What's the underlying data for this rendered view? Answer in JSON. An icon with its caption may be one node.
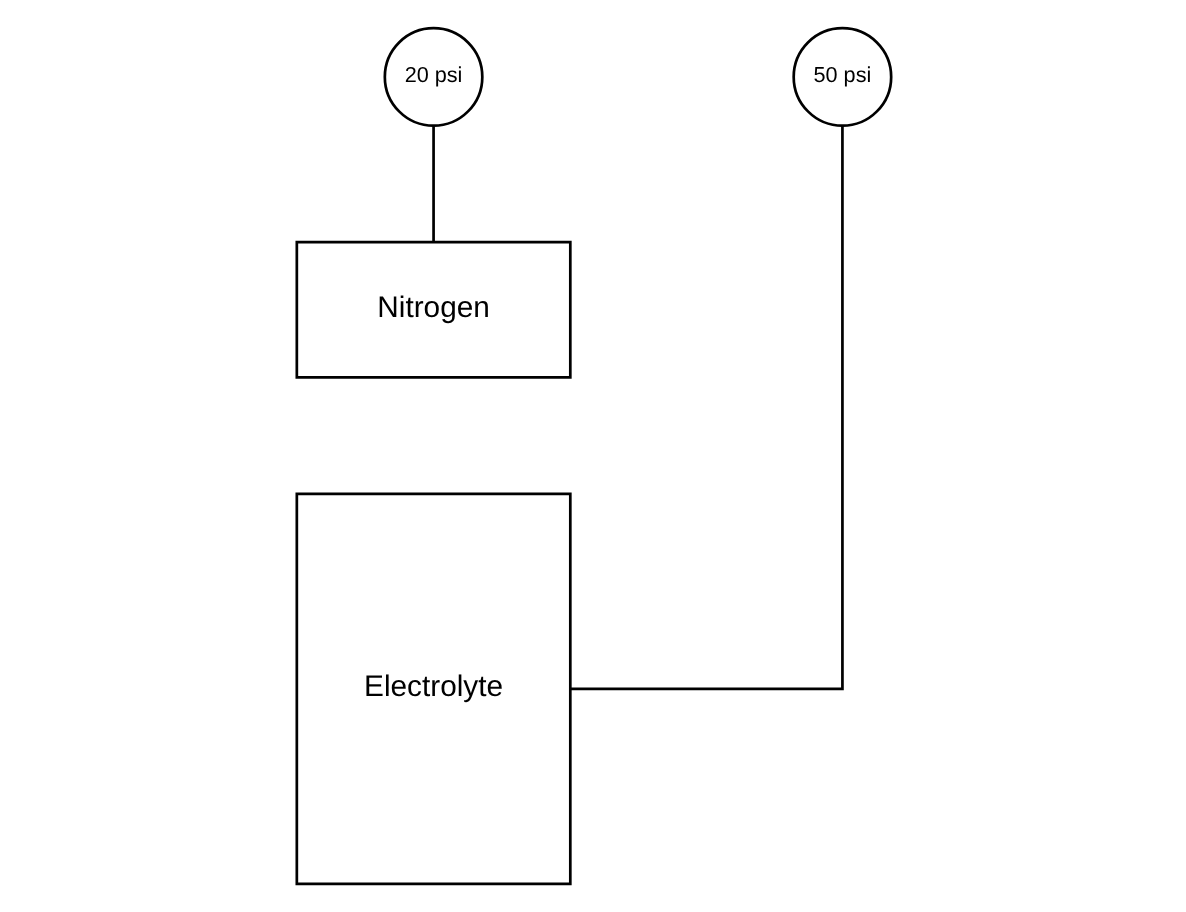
{
  "diagram": {
    "nodes": [
      {
        "text": [
          "20 psi"
        ]
      },
      {
        "text": [
          "Nitrogen"
        ]
      },
      {
        "text": [
          "Electrolyte"
        ]
      },
      {
        "text": [
          "50 psi"
        ]
      }
    ],
    "edges": [
      {
        "from": 0,
        "to": 1,
        "arrow": "none"
      },
      {
        "from": 2,
        "to": 3,
        "arrow": "none"
      }
    ]
  }
}
